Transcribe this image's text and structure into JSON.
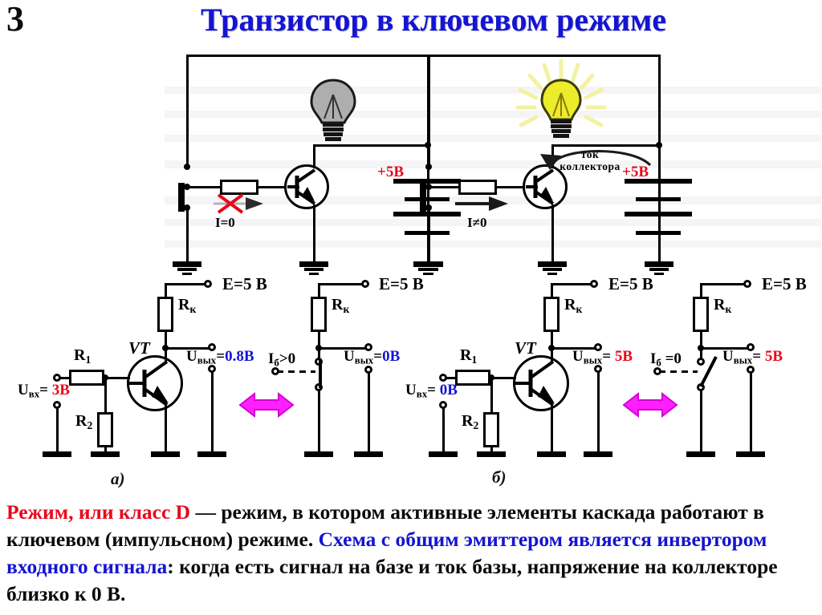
{
  "slide": {
    "number": "3",
    "title": "Транзистор в ключевом режиме",
    "title_color": "#1414d2"
  },
  "colors": {
    "red": "#e8071a",
    "blue": "#1414d2",
    "magenta": "#ff00ff",
    "black": "#000000",
    "lamp_off": "#9a9a9a",
    "lamp_on": "#ecec2a",
    "ray": "#f3f3a0"
  },
  "top_left_circuit": {
    "name": "switch-open-lamp-off",
    "current_label": "I=0",
    "supply_label": "+5В",
    "lamp_state": "off",
    "switch_state": "open"
  },
  "top_right_circuit": {
    "name": "switch-closed-lamp-on",
    "current_label": "I≠0",
    "supply_label": "+5В",
    "collector_current_label_line1": "ток",
    "collector_current_label_line2": "коллектора",
    "lamp_state": "on",
    "switch_state": "closed"
  },
  "schematic_a": {
    "caption": "а)",
    "vt_label": "VT",
    "rk_label": "R",
    "rk_sub": "к",
    "r1_label": "R",
    "r1_sub": "1",
    "r2_label": "R",
    "r2_sub": "2",
    "e_label": "E=5 В",
    "uin_label": "U",
    "uin_sub": "вх",
    "uin_eq": "=",
    "uin_value": "3В",
    "uin_value_color": "#e8071a",
    "uout_label": "U",
    "uout_sub": "вых",
    "uout_eq": "=",
    "uout_value": "0.8В",
    "uout_value_color": "#1414d2"
  },
  "equivalent_a": {
    "name": "closed-switch-equivalent",
    "e_label": "E=5 В",
    "rk_label": "R",
    "rk_sub": "к",
    "ib_label": "I",
    "ib_sub": "б",
    "ib_rel": ">0",
    "uout_label": "U",
    "uout_sub": "вых",
    "uout_eq": "=",
    "uout_value": "0В",
    "uout_value_color": "#1414d2",
    "switch_state": "closed"
  },
  "schematic_b": {
    "caption": "б)",
    "vt_label": "VT",
    "rk_label": "R",
    "rk_sub": "к",
    "r1_label": "R",
    "r1_sub": "1",
    "r2_label": "R",
    "r2_sub": "2",
    "e_label": "E=5 В",
    "uin_label": "U",
    "uin_sub": "вх",
    "uin_eq": "=",
    "uin_value": "0В",
    "uin_value_color": "#1414d2",
    "uout_label": "U",
    "uout_sub": "вых",
    "uout_eq": "=",
    "uout_value": "5В",
    "uout_value_color": "#e8071a"
  },
  "equivalent_b": {
    "name": "open-switch-equivalent",
    "e_label": "E=5 В",
    "rk_label": "R",
    "rk_sub": "к",
    "ib_label": "I",
    "ib_sub": "б",
    "ib_rel": "=0",
    "uout_label": "U",
    "uout_sub": "вых",
    "uout_eq": "=",
    "uout_value": "5В",
    "uout_value_color": "#e8071a",
    "switch_state": "open"
  },
  "paragraph": {
    "seg1": "Режим, или класс D",
    "seg2": " — режим, в котором активные элементы каскада работают в ключевом (импульсном) режиме. ",
    "seg3": "Схема с общим эмиттером является инвертором входного сигнала",
    "seg4": ": когда есть сигнал на базе и ток базы, напряжение на коллекторе близко к 0 В."
  }
}
